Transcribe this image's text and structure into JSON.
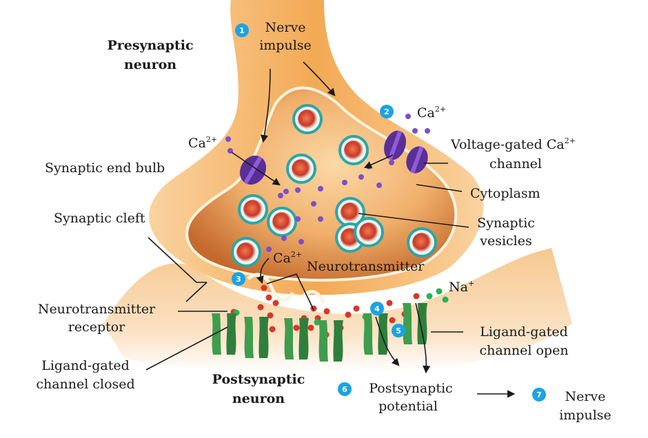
{
  "title_presynaptic": [
    "Presynaptic",
    "neuron"
  ],
  "title_postsynaptic": [
    "Postsynaptic",
    "neuron"
  ],
  "labels": {
    "nerve_impulse_in": [
      "Nerve",
      "impulse"
    ],
    "ca_left": "Ca",
    "ca_right": "Ca",
    "ca_bottom": "Ca",
    "ca_charge": "2+",
    "synaptic_end_bulb": "Synaptic end bulb",
    "synaptic_cleft": "Synaptic cleft",
    "voltage_gated": [
      "Voltage-gated Ca",
      "channel"
    ],
    "cytoplasm": "Cytoplasm",
    "synaptic_vesicles": [
      "Synaptic",
      "vesicles"
    ],
    "neurotransmitter": "Neurotransmitter",
    "na": "Na",
    "na_charge": "+",
    "nt_receptor": [
      "Neurotransmitter",
      "receptor"
    ],
    "ligand_closed": [
      "Ligand-gated",
      "channel closed"
    ],
    "ligand_open": [
      "Ligand-gated",
      "channel open"
    ],
    "postsynaptic_potential": [
      "Postsynaptic",
      "potential"
    ],
    "nerve_impulse_out": [
      "Nerve",
      "impulse"
    ]
  },
  "steps": [
    "1",
    "2",
    "3",
    "4",
    "5",
    "6",
    "7"
  ],
  "colors": {
    "membrane": "#f0a040",
    "cytoplasm": "#e79a52",
    "vesicle_ring": "#2aa6a8",
    "vesicle_core": "#d9452e",
    "calcium": "#7b4fc9",
    "channel_purple": "#5a2f98",
    "receptor_green": "#3f9d4d",
    "neurotransmitter": "#d8382a",
    "sodium": "#2bb05a",
    "step_badge": "#1ba3e6"
  }
}
